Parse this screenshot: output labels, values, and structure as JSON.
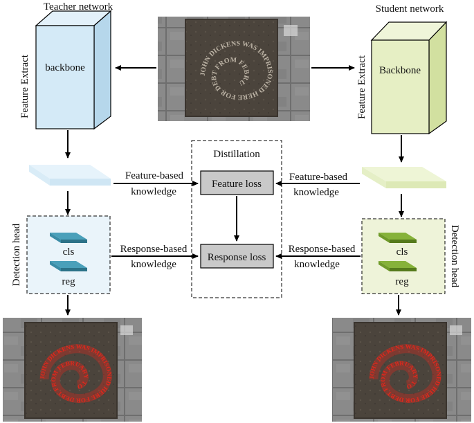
{
  "teacher": {
    "title": "Teacher network",
    "side_label": "Feature Extract",
    "backbone_label": "backbone",
    "detection_head_label": "Detection head",
    "cls_label": "cls",
    "reg_label": "reg"
  },
  "student": {
    "title": "Student network",
    "side_label": "Feature Extract",
    "backbone_label": "Backbone",
    "detection_head_label": "Detection head",
    "cls_label": "cls",
    "reg_label": "reg"
  },
  "distillation": {
    "title": "Distillation",
    "feature_loss": "Feature loss",
    "response_loss": "Response loss"
  },
  "knowledge": {
    "feature_line1": "Feature-based",
    "feature_line2": "knowledge",
    "response_line1": "Response-based",
    "response_line2": "knowledge"
  },
  "photo_inscription": "JOHN DICKENS WAS IMPRISONED HERE FOR DEBT FROM FEBRUARY TO MAY 1824 THE FATHER OF CHARLES DICKENS",
  "colors": {
    "teacher_fill": "#d4eaf7",
    "teacher_side": "#b6d7eb",
    "teacher_head_bg": "#eaf4fa",
    "teacher_slab": "#3a8ca6",
    "student_fill": "#e6efc4",
    "student_side": "#d2e0a0",
    "student_head_bg": "#eef3d9",
    "student_slab": "#6f9a2a",
    "loss_box": "#c9c9c9",
    "detection_outline": "#e0281c"
  }
}
